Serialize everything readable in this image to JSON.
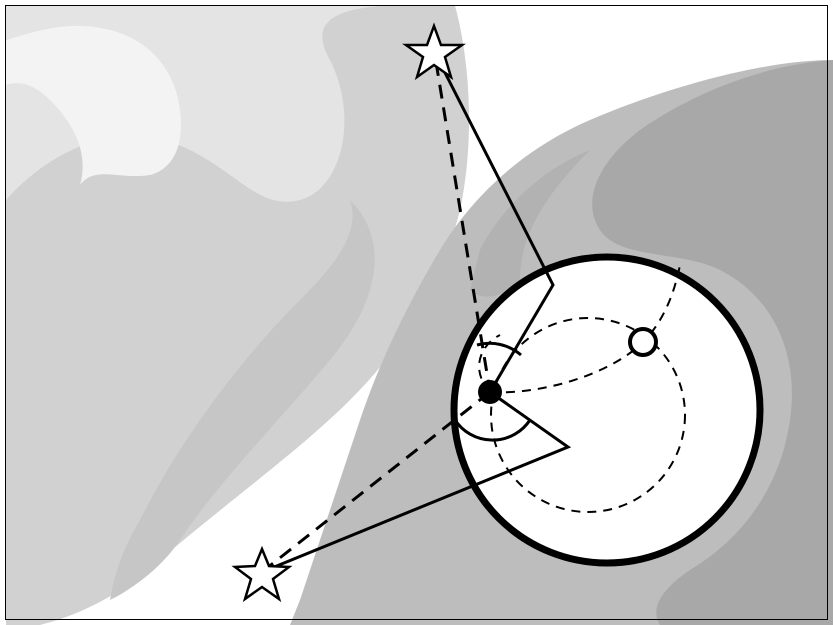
{
  "diagram": {
    "description_text": "",
    "colors": {
      "background": "#ffffff",
      "frame": "#000000",
      "light_region": "#e6e6e6",
      "mid_region": "#d3d3d3",
      "dark_region": "#bdbdbd",
      "darkest_region": "#a9a9a9",
      "circle_fill": "#ffffff",
      "stroke": "#000000"
    },
    "icons": [
      "star-marker-top",
      "star-marker-bottom",
      "filled-dot-marker",
      "hollow-dot-marker"
    ]
  }
}
